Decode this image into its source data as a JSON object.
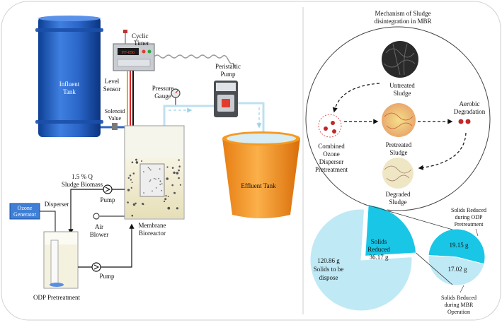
{
  "left": {
    "influent_tank": [
      "Influent",
      "Tank"
    ],
    "cyclic_timer": [
      "Cyclic",
      "Timer"
    ],
    "timer_display": "FF-050",
    "level_sensor": [
      "Level",
      "Sensor"
    ],
    "pressure_gauge": [
      "Pressure",
      "Gauge"
    ],
    "peristaltic_pump": [
      "Peristaltic",
      "Pump"
    ],
    "solenoid_valve": [
      "Solenoid",
      "Value"
    ],
    "effluent_tank": "Effluent Tank",
    "sludge_biomass": [
      "1.5 % Q",
      "Sludge Biomass"
    ],
    "pump_top": "Pump",
    "pump_bottom": "Pump",
    "ozone_generator": [
      "Ozone",
      "Generator"
    ],
    "disperser": "Disperser",
    "air_blower": [
      "Air",
      "Blower"
    ],
    "membrane_bioreactor": [
      "Membrane",
      "Bioreactor"
    ],
    "odp_pretreatment": "ODP Pretreatment"
  },
  "right": {
    "title": [
      "Mechanism of Sludge",
      "disintegration  in MBR"
    ],
    "untreated": [
      "Untreated",
      "Sludge"
    ],
    "aerobic": [
      "Aerobic",
      "Degradation"
    ],
    "combined": [
      "Combined",
      "Ozone",
      "Disperser",
      "Pretreatment"
    ],
    "pretreated": [
      "Pretreated",
      "Sludge"
    ],
    "degraded": [
      "Degraded",
      "Sludge"
    ],
    "pie": {
      "big_slice_label": [
        "Solids",
        "Reduced",
        "36.17 g"
      ],
      "remainder_label": [
        "120.86 g",
        "Solids to be",
        "dispose"
      ],
      "small_top_value": "19.15 g",
      "small_bottom_value": "17.02 g",
      "callout_top": [
        "Solids Reduced",
        "during ODP",
        "Pretreatment"
      ],
      "callout_bottom": [
        "Solids Reduced",
        "during MBR",
        "Operation"
      ]
    }
  },
  "chart_data": {
    "type": "pie",
    "slices": [
      {
        "label": "Solids to be dispose",
        "value": 120.86
      },
      {
        "label": "Solids Reduced",
        "value": 36.17
      }
    ],
    "breakdown": [
      {
        "label": "Solids Reduced during ODP Pretreatment",
        "value": 19.15
      },
      {
        "label": "Solids Reduced during MBR Operation",
        "value": 17.02
      }
    ]
  }
}
